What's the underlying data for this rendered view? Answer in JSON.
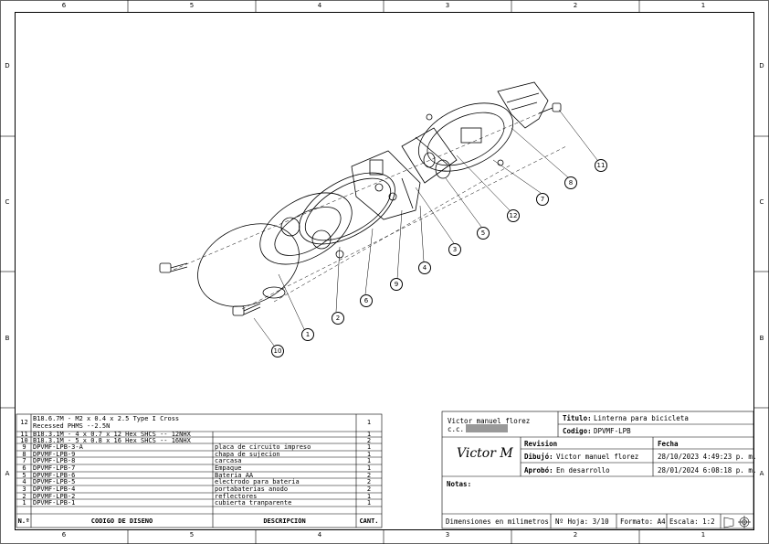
{
  "zones": {
    "top": [
      "6",
      "5",
      "4",
      "3",
      "2",
      "1"
    ],
    "side": [
      "D",
      "C",
      "B",
      "A"
    ]
  },
  "bom": {
    "headers": {
      "num": "N.º",
      "code": "CODIGO DE DISEÑO",
      "desc": "DESCRIPCIÓN",
      "qty": "CANT."
    },
    "rows": [
      {
        "num": "12",
        "code": "B18.6.7M - M2 x 0.4 x 2.5 Type I Cross Recessed PHMS --2.5N",
        "desc": "",
        "qty": "1"
      },
      {
        "num": "11",
        "code": "B18.3.1M - 4 x 0.7 x 12 Hex SHCS -- 12NHX",
        "desc": "",
        "qty": "1"
      },
      {
        "num": "10",
        "code": "B18.3.1M - 5 x 0.8 x 16 Hex SHCS -- 16NHX",
        "desc": "",
        "qty": "2"
      },
      {
        "num": "9",
        "code": "DPVMF-LPB-3-A",
        "desc": "placa de circuito impreso",
        "qty": "1"
      },
      {
        "num": "8",
        "code": "DPVMF-LPB-9",
        "desc": "chapa de sujecion",
        "qty": "1"
      },
      {
        "num": "7",
        "code": "DPVMF-LPB-8",
        "desc": "carcasa",
        "qty": "1"
      },
      {
        "num": "6",
        "code": "DPVMF-LPB-7",
        "desc": "Empaque",
        "qty": "1"
      },
      {
        "num": "5",
        "code": "DPVMF-LPB-6",
        "desc": "Bateria AA",
        "qty": "2"
      },
      {
        "num": "4",
        "code": "DPVMF-LPB-5",
        "desc": "electrodo para bateria",
        "qty": "2"
      },
      {
        "num": "3",
        "code": "DPVMF-LPB-4",
        "desc": "portabaterias anodo",
        "qty": "2"
      },
      {
        "num": "2",
        "code": "DPVMF-LPB-2",
        "desc": "reflectores",
        "qty": "1"
      },
      {
        "num": "1",
        "code": "DPVMF-LPB-1",
        "desc": "cubierta tranparente",
        "qty": "1"
      }
    ]
  },
  "title_block": {
    "author": "Victor manuel florez",
    "cc_label": "c.c.",
    "title_label": "Titulo:",
    "title_value": "Linterna para bicicleta",
    "code_label": "Codigo:",
    "code_value": "DPVMF-LPB",
    "revision_label": "Revision",
    "fecha_label": "Fecha",
    "drew_label": "Dibujó:",
    "drew_value": "Victor manuel florez",
    "drew_date": "28/10/2023 4:49:23 p. m.",
    "approved_label": "Aprobó:",
    "approved_value": "En desarrollo",
    "approved_date": "28/01/2024 6:08:18 p. m.",
    "notes_label": "Notas:",
    "units": "Dimensiones en milimetros",
    "sheet": "Nº Hoja: 3/10",
    "format": "Formato: A4",
    "scale": "Escala: 1:2",
    "signature": "Victor M"
  },
  "callouts": [
    "1",
    "2",
    "3",
    "4",
    "5",
    "6",
    "7",
    "8",
    "9",
    "10",
    "11",
    "12"
  ]
}
